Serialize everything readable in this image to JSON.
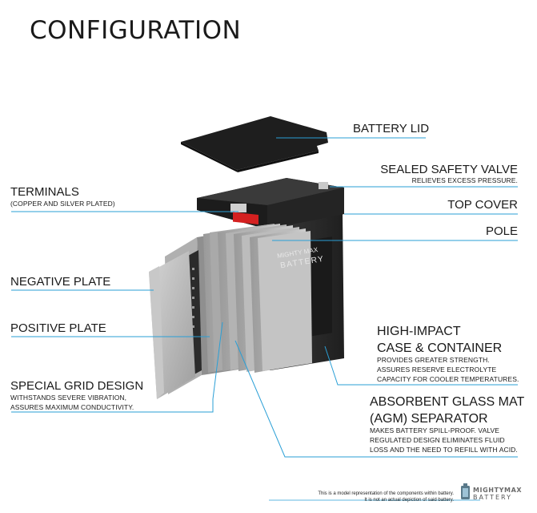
{
  "title": "CONFIGURATION",
  "labels": {
    "battery_lid": "BATTERY LID",
    "sealed_safety_valve": "SEALED SAFETY VALVE",
    "sealed_safety_valve_sub": "RELIEVES EXCESS PRESSURE.",
    "terminals": "TERMINALS",
    "terminals_sub": "(COPPER AND SILVER PLATED)",
    "top_cover": "TOP COVER",
    "pole": "POLE",
    "negative_plate": "NEGATIVE PLATE",
    "positive_plate": "POSITIVE PLATE",
    "high_impact_1": "HIGH-IMPACT",
    "high_impact_2": "CASE & CONTAINER",
    "high_impact_sub1": "PROVIDES GREATER STRENGTH.",
    "high_impact_sub2": "ASSURES RESERVE ELECTROLYTE",
    "high_impact_sub3": "CAPACITY FOR COOLER TEMPERATURES.",
    "grid_design": "SPECIAL GRID DESIGN",
    "grid_design_sub1": "WITHSTANDS SEVERE VIBRATION,",
    "grid_design_sub2": "ASSURES MAXIMUM CONDUCTIVITY.",
    "agm_1": "ABSORBENT GLASS MAT",
    "agm_2": "(AGM) SEPARATOR",
    "agm_sub1": "MAKES BATTERY SPILL-PROOF. VALVE",
    "agm_sub2": "REGULATED DESIGN ELIMINATES FLUID",
    "agm_sub3": "LOSS AND THE NEED TO REFILL WITH ACID."
  },
  "battery_brand": {
    "line1": "MIGHTY MAX",
    "line2": "BATTERY"
  },
  "disclaimer": {
    "line1": "This is a model representation of the components within battery.",
    "line2": "It is not an actual depiction of said battery."
  },
  "logo": {
    "line1": "MIGHTYMAX",
    "line2": "BATTERY"
  },
  "colors": {
    "leader_line": "#2a9fd6",
    "battery_case": "#2b2b2b",
    "plate": "#b5b5b5"
  }
}
